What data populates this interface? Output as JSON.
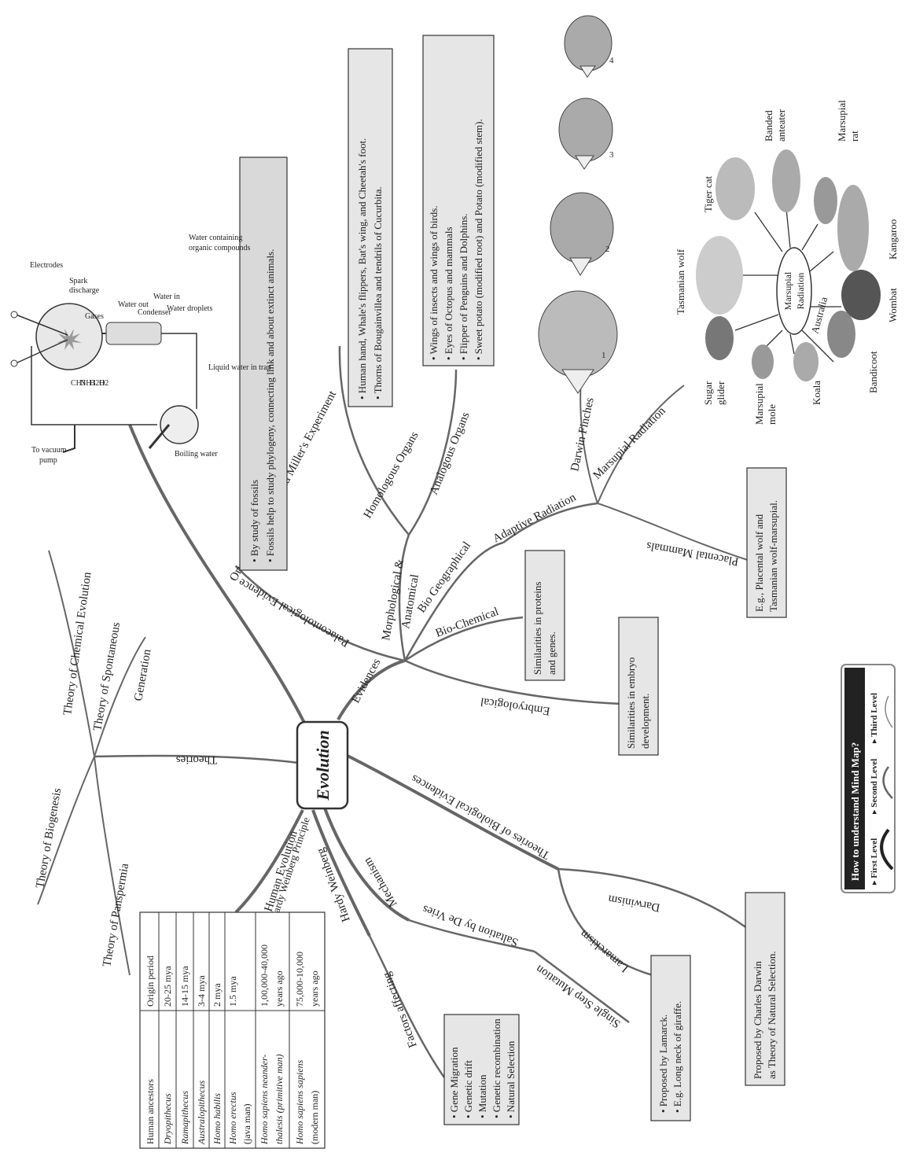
{
  "center": "Evolution",
  "branches": {
    "origin": "Origin of Life- Urey and Miller's Experiment",
    "theories": "Theories",
    "evidences": "Evidences",
    "human_evolution": "Human Evolution",
    "hardy_principle": "Hardy Weinberg Principle",
    "hardy_weinberg": "Hardy Weinberg",
    "mechanism": "Mechanism",
    "theories_bio": "Theories of Biological Evidences"
  },
  "theories": {
    "chemical": "Theory of Chemical Evolution",
    "spontaneous_1": "Theory of Spontaneous",
    "spontaneous_2": "Generation",
    "biogenesis": "Theory of Biogenesis",
    "panspermia": "Theory of Panspermia"
  },
  "evidences": {
    "palaeo": "Palaeontological Evidence",
    "morph_1": "Morphological &",
    "morph_2": "Anatomical",
    "homologous": "Homologous Organs",
    "analogous": "Analogous Organs",
    "biogeo": "Bio Geographical",
    "adaptive": "Adaptive Radiation",
    "darwin_finches": "Darwin Finches",
    "marsupial_rad": "Marsupial Radiation",
    "placental": "Placental Mammals",
    "biochem": "Bio-Chemical",
    "embryo": "Embryological"
  },
  "boxes": {
    "fossils": [
      "By study of fossils",
      "Fossils help to study phylogeny, connecting link and about extinct animals."
    ],
    "homologous": [
      "Human hand, Whale's flippers, Bat's wing, and Cheetah's foot.",
      "Thorns of Bougainvillea and tendrils of Cucurbita."
    ],
    "analogous": [
      "Wings of insects and wings of birds.",
      "Eyes of Octopus and mammals",
      "Flipper of Penguins and Dolphins.",
      "Sweet potato (modified root) and Potato (modified stem)."
    ],
    "biochem": [
      "Similarities in proteins",
      "and genes."
    ],
    "embryo": [
      "Similarities in embryo",
      "development."
    ],
    "placental": [
      "E.g.,   Placental   wolf   and",
      "Tasmanian wolf-marsupial."
    ],
    "darwinism": [
      "Proposed  by  Charles  Darwin",
      "as Theory of Natural Selection."
    ],
    "lamarck": [
      "Proposed by Lamarck.",
      "E.g. Long neck of giraffe."
    ],
    "factors": [
      "Gene Migration",
      "Genetic drift",
      "Mutation",
      "Genetic recombination",
      "Natural Selection"
    ]
  },
  "mechanism": {
    "darwinism": "Darwinism",
    "lamarckism": "Lamarckism",
    "saltation": "Saltation by De Vries",
    "single_step": "Single Step Mutation",
    "factors": "Factors affecting"
  },
  "urey_miller": {
    "electrodes": "Electrodes",
    "spark_1": "Spark",
    "spark_2": "discharge",
    "gases": "Gases",
    "ch3": "CH3",
    "nh3": "NH3",
    "h2o": "H2O",
    "h2": "H2",
    "water_out": "Water out",
    "condenser": "Condenser",
    "water_in": "Water in",
    "droplets": "Water droplets",
    "organic_1": "Water containing",
    "organic_2": "organic compounds",
    "trap": "Liquid water in trap",
    "boiling": "Boiling water",
    "vac_1": "To vacuum",
    "vac_2": "pump"
  },
  "finches": [
    "1",
    "2",
    "3",
    "4"
  ],
  "marsupial": {
    "center_1": "Marsupial",
    "center_2": "Radiation",
    "australia": "Australia",
    "animals": {
      "tasmanian_wolf": "Tasmanian wolf",
      "tiger_cat": "Tiger cat",
      "banded_1": "Banded",
      "banded_2": "anteater",
      "rat_1": "Marsupial",
      "rat_2": "rat",
      "kangaroo": "Kangaroo",
      "wombat": "Wombat",
      "bandicoot": "Bandicoot",
      "koala": "Koala",
      "mole_1": "Marsupial",
      "mole_2": "mole",
      "glider_1": "Sugar",
      "glider_2": "glider"
    }
  },
  "table": {
    "headers": [
      "Human ancestors",
      "Origin period"
    ],
    "rows": [
      [
        "Dryopithecus",
        "20-25 mya"
      ],
      [
        "Ramapithecus",
        "14-15 mya"
      ],
      [
        "Australopithecus",
        "3-4 mya"
      ],
      [
        "Homo habilis",
        "2 mya"
      ],
      [
        "Homo erectus",
        "(java man)",
        "1.5 mya"
      ],
      [
        "Homo sapiens neander-",
        "thalesis (primitive man)",
        "1,00,000-40,000",
        "years ago"
      ],
      [
        "Homo sapiens sapiens",
        "(modern man)",
        "75,000-10,000",
        "years ago"
      ]
    ]
  },
  "legend": {
    "title": "How to understand Mind Map?",
    "first": "First Level",
    "second": "Second Level",
    "third": "Third Level"
  }
}
